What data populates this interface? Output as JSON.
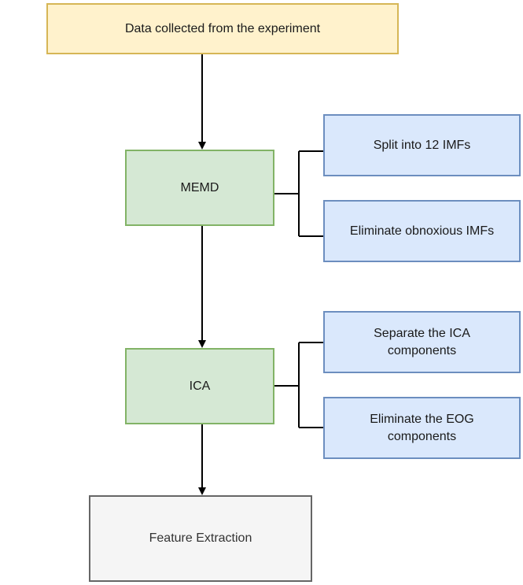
{
  "nodes": {
    "data_collected": "Data collected from the experiment",
    "memd": "MEMD",
    "split_imfs": "Split into 12 IMFs",
    "eliminate_imfs": "Eliminate obnoxious IMFs",
    "ica": "ICA",
    "separate_ica": "Separate the ICA components",
    "eliminate_eog": "Eliminate the EOG components",
    "feature_extraction": "Feature Extraction"
  },
  "colors": {
    "yellow_fill": "#fff2cc",
    "yellow_stroke": "#d6b656",
    "green_fill": "#d5e8d4",
    "green_stroke": "#82b366",
    "blue_fill": "#dae8fc",
    "blue_stroke": "#6c8ebf",
    "gray_fill": "#f5f5f5",
    "gray_stroke": "#666666",
    "connector": "#000000"
  }
}
